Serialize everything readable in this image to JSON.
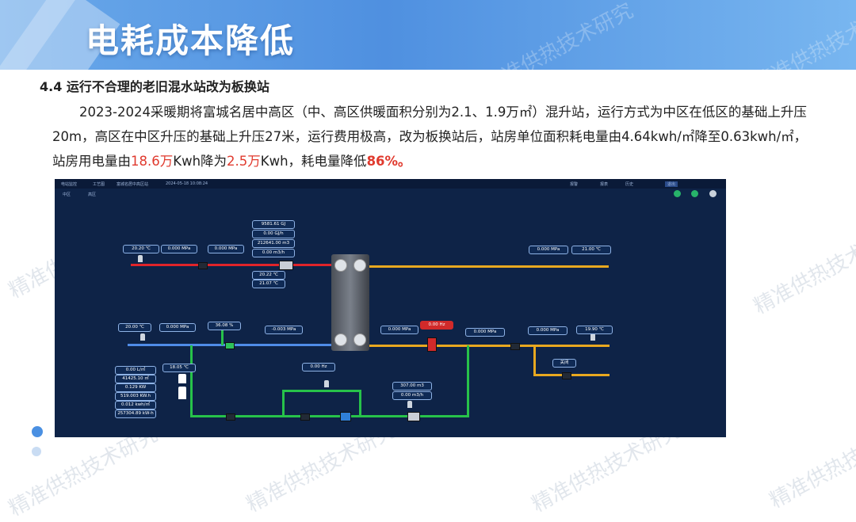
{
  "slide": {
    "title": "电耗成本降低",
    "section": "4.4  运行不合理的老旧混水站改为板换站",
    "para_text1": "2023-2024采暖期将富城名居中高区（中、高区供暖面积分别为2.1、1.9万㎡）混升站，运行方式为中区在低区的基础上升压20m，高区在中区升压的基础上升压27米，运行费用极高，改为板换站后，站房单位面积耗电量由4.64kwh/㎡降至0.63kwh/㎡，站房用电量由",
    "para_red1": "18.6万",
    "para_text2": "Kwh降为",
    "para_red2": "2.5万",
    "para_text3": "Kwh，耗电量降低",
    "para_red3": "86%。",
    "watermark": "精准供热技术研究"
  },
  "scada": {
    "topbar": {
      "menu1": "电站监控",
      "menu2": "工艺图",
      "station": "富城名居中高区站",
      "datetime": "2024-05-18 10:08:24",
      "alarm": "报警",
      "report": "报表",
      "history": "历史",
      "logout": "退出"
    },
    "tabs": [
      "中区",
      "高区"
    ],
    "labels": {
      "energy_total": "9581.61 GJ",
      "energy_rate": "0.00 GJ/h",
      "flow_total_top": "212641.00 m3",
      "flow_rate_top": "0.00 m3/h",
      "sec_supply_temp_left": "20.20 ℃",
      "sec_supply_press_left": "0.000 MPa",
      "sec_supply_press_mid": "0.000 MPa",
      "sec_supply_temp_a": "20.22 ℃",
      "sec_supply_temp_b": "21.07 ℃",
      "pri_supply_press_right": "0.000 MPa",
      "pri_supply_temp_right": "21.00 ℃",
      "sec_return_temp_left": "20.00 ℃",
      "sec_return_press_left": "0.000 MPa",
      "valve_open": "36.08 %",
      "sec_return_press_mid": "-0.003 MPa",
      "pump_press_in": "0.000 MPa",
      "pump_freq": "0.00 Hz",
      "pump_press_out": "0.000 MPa",
      "pri_return_press_right": "0.000 MPa",
      "pri_return_temp_right": "19.90 ℃",
      "bypass_status": "关闭",
      "makeup_freq": "0.00 Hz",
      "water_total": "307.00 m3",
      "water_rate": "0.00 m3/h",
      "tank_temp": "18.05 ℃",
      "meter1": "0.00 L/㎡",
      "meter2": "41425.10 ㎡",
      "meter3": "0.129 KW",
      "meter4": "519.003 KW.h",
      "meter5": "0.012 kwh/㎡",
      "meter6": "257304.89 kW-h"
    },
    "colors": {
      "background": "#0e2347",
      "supply_hot": "#e0242a",
      "return_cold": "#4f8ce8",
      "primary_supply": "#e8a820",
      "makeup": "#27c24a",
      "pump": "#d12a2a"
    }
  }
}
